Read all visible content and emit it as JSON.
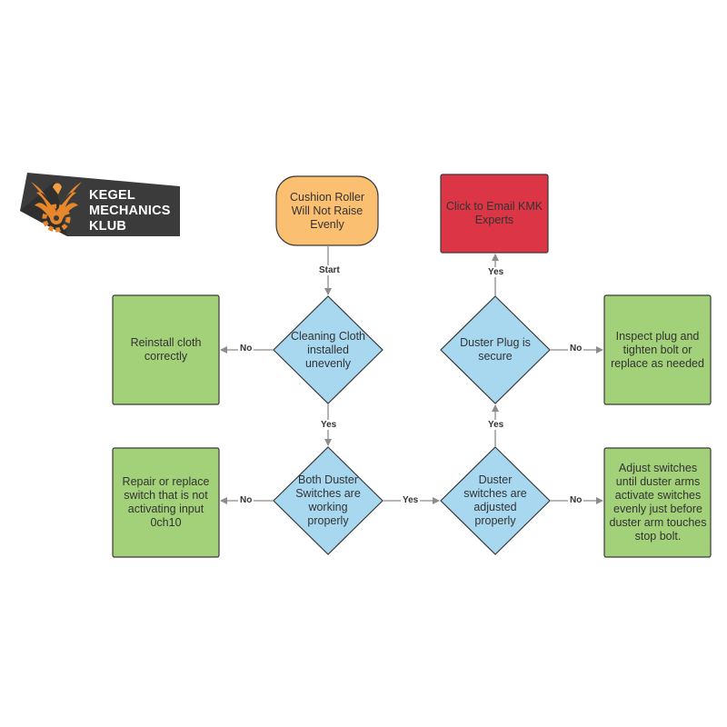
{
  "logo": {
    "lines": [
      "KEGEL",
      "MECHANICS",
      "KLUB"
    ],
    "bg_color": "#3b3b3b",
    "accent_color": "#e8862a",
    "icon": "phoenix-gear-icon"
  },
  "nodes": {
    "start": {
      "label": "Cushion Roller Will Not Raise Evenly",
      "color": "#fbbf72"
    },
    "cloth": {
      "label": "Cleaning Cloth installed unevenly",
      "color": "#a8d8f0"
    },
    "reinstall": {
      "label": "Reinstall cloth correctly",
      "color": "#a3d17a"
    },
    "switches": {
      "label": "Both Duster Switches are working properly",
      "color": "#a8d8f0"
    },
    "repair": {
      "label": "Repair or replace switch that is not activating input 0ch10",
      "color": "#a3d17a"
    },
    "adjusted": {
      "label": "Duster switches are adjusted properly",
      "color": "#a8d8f0"
    },
    "adjust_action": {
      "label": "Adjust switches until duster arms activate switches evenly just before duster arm touches stop bolt.",
      "color": "#a3d17a"
    },
    "plug": {
      "label": "Duster Plug is secure",
      "color": "#a8d8f0"
    },
    "inspect": {
      "label": "Inspect plug and tighten bolt or replace as needed",
      "color": "#a3d17a"
    },
    "email": {
      "label": "Click to Email KMK Experts",
      "color": "#dc3545"
    }
  },
  "edges": {
    "start_label": "Start",
    "cloth_no": "No",
    "cloth_yes": "Yes",
    "switches_no": "No",
    "switches_yes": "Yes",
    "adjusted_no": "No",
    "adjusted_yes": "Yes",
    "plug_no": "No",
    "plug_yes": "Yes"
  },
  "colors": {
    "stroke": "#3a3a3a",
    "arrow": "#8c8c8c"
  }
}
